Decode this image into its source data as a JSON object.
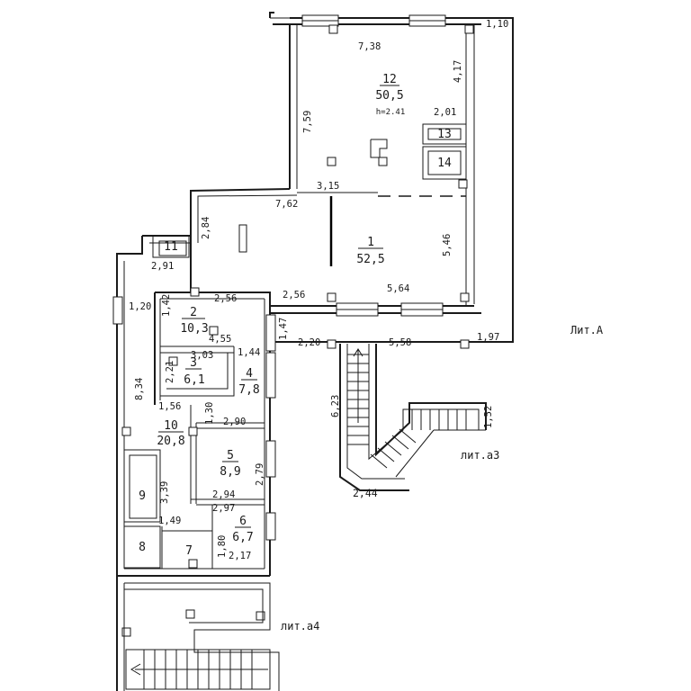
{
  "labels": {
    "lit_a": "Лит.А",
    "lit_a3": "лит.а3",
    "lit_a4": "лит.а4"
  },
  "rooms": [
    {
      "id": "r12",
      "number": "12",
      "area": "50,5",
      "note": "h=2.41"
    },
    {
      "id": "r1",
      "number": "1",
      "area": "52,5"
    },
    {
      "id": "r2",
      "number": "2",
      "area": "10,3"
    },
    {
      "id": "r3",
      "number": "3",
      "area": "6,1"
    },
    {
      "id": "r4",
      "number": "4",
      "area": "7,8"
    },
    {
      "id": "r5",
      "number": "5",
      "area": "8,9"
    },
    {
      "id": "r6",
      "number": "6",
      "area": "6,7"
    },
    {
      "id": "r10",
      "number": "10",
      "area": "20,8"
    },
    {
      "id": "r7",
      "number": "7"
    },
    {
      "id": "r8",
      "number": "8"
    },
    {
      "id": "r9",
      "number": "9"
    },
    {
      "id": "r11",
      "number": "11"
    },
    {
      "id": "r13",
      "number": "13"
    },
    {
      "id": "r14",
      "number": "14"
    }
  ],
  "dimensions": [
    "1,10",
    "7,38",
    "4,17",
    "7,59",
    "2,01",
    "3,15",
    "7,62",
    "5,46",
    "2,84",
    "2,91",
    "2,56",
    "2,56",
    "5,64",
    "1,42",
    "1,20",
    "1,47",
    "4,55",
    "1,44",
    "2,20",
    "5,58",
    "1,97",
    "3,03",
    "2,21",
    "8,34",
    "6,23",
    "1,52",
    "1,56",
    "1,30",
    "2,90",
    "2,79",
    "2,94",
    "2,97",
    "3,39",
    "1,49",
    "1,80",
    "2,17",
    "2,44"
  ]
}
